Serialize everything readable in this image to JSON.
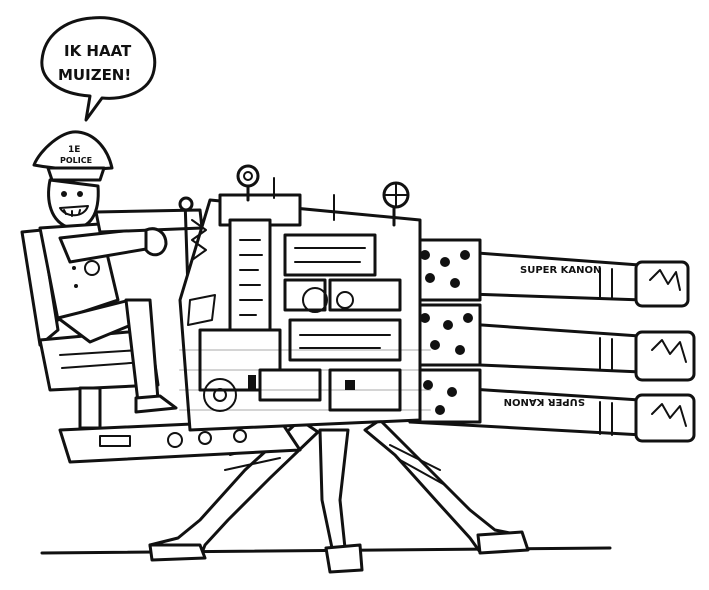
{
  "speech_bubble": {
    "line1": "IK HAAT",
    "line2": "MUIZEN!"
  },
  "hat_badge": {
    "line1": "1E",
    "line2": "POLICE"
  },
  "barrel_labels": {
    "top": "SUPER KANON",
    "bottom": "SUPER KANON"
  },
  "colors": {
    "ink": "#111111",
    "paper": "#ffffff"
  }
}
